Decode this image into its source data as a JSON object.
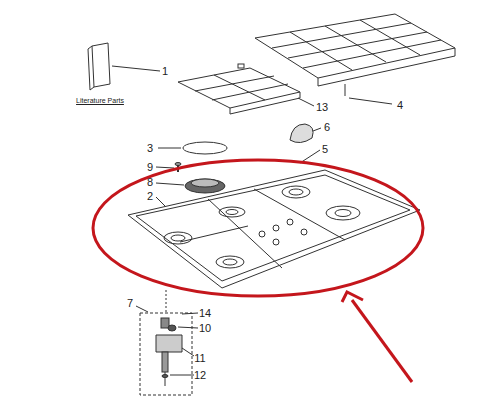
{
  "diagram": {
    "labels": [
      "Literature Parts",
      "1",
      "4",
      "13",
      "3",
      "6",
      "5",
      "9",
      "8",
      "2",
      "7",
      "14",
      "10",
      "11",
      "12"
    ]
  }
}
